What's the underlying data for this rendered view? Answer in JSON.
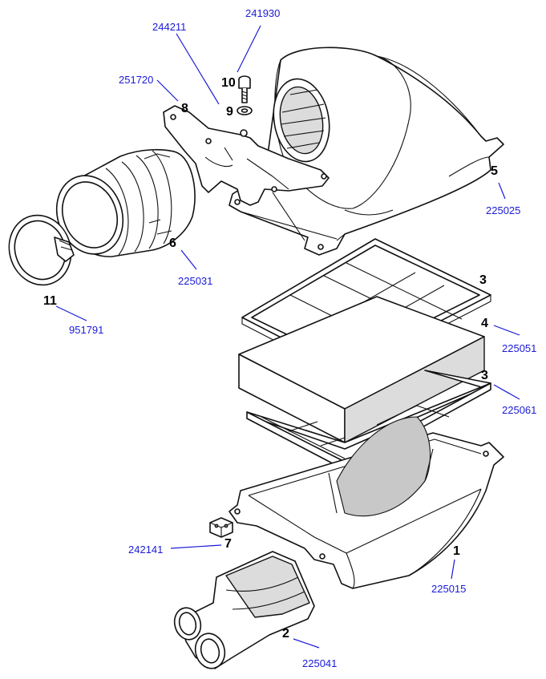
{
  "callouts": {
    "p1": {
      "num": "1",
      "code": "225015"
    },
    "p2": {
      "num": "2",
      "code": "225041"
    },
    "p3a": {
      "num": "3",
      "code": ""
    },
    "p3b": {
      "num": "3",
      "code": "225061"
    },
    "p4": {
      "num": "4",
      "code": "225051"
    },
    "p5": {
      "num": "5",
      "code": "225025"
    },
    "p6": {
      "num": "6",
      "code": "225031"
    },
    "p7": {
      "num": "7",
      "code": "242141"
    },
    "p8": {
      "num": "8",
      "code": "251720"
    },
    "p9": {
      "num": "9",
      "code": "244211"
    },
    "p10": {
      "num": "10",
      "code": "241930"
    },
    "p11": {
      "num": "11",
      "code": "951791"
    }
  },
  "colors": {
    "code_text": "#1a1ad8",
    "line": "#111111",
    "shade": "#dcdcdc"
  }
}
